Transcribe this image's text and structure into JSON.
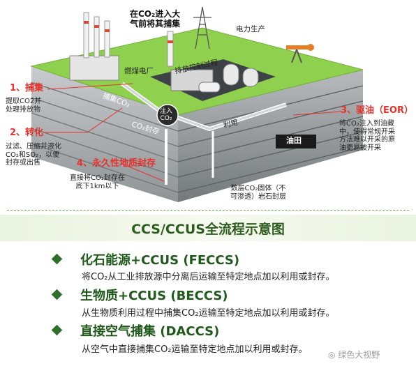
{
  "diagram": {
    "top_label": [
      "在CO₂进入大",
      "气前将其捕集"
    ],
    "power_label": "电力生产",
    "coal_plant_label": "燃煤电厂",
    "emission_control_label": "排放控制过程",
    "capture_co2_label": "捕集CO₂",
    "inject_co2_label": [
      "注入",
      "CO₂"
    ],
    "storage_co2_label": "CO₂封存",
    "utilize_label": "利用",
    "oilfield_label": "油田",
    "strata_label": [
      "数层CO₂固体（不",
      "可渗透）岩石封层"
    ],
    "step1_title": "1、捕集",
    "step1_desc": [
      "提取CO2并",
      "处理排放物"
    ],
    "step2_title": "2、转化",
    "step2_desc": [
      "过滤、压缩并液化",
      "CO₂和SO₂，以便",
      "封存或出售"
    ],
    "step3_title": "3、驱油（EOR）",
    "step3_desc": [
      "将CO₂注入到油藏",
      "中，使得常规开采",
      "方法难以开采的原",
      "油更易被开采"
    ],
    "step4_title": "4、永久性地质封存",
    "step4_desc": [
      "直接将CO₂封存在",
      "底下1km以下"
    ]
  },
  "heading": "CCS/CCUS全流程示意图",
  "items": [
    {
      "title": "化石能源+CCUS (FECCS)",
      "desc": "将CO₂从工业排放源中分离后运输至特定地点加以利用或封存。"
    },
    {
      "title": "生物质+CCUS (BECCS)",
      "desc": "从生物质利用过程中捕集CO₂运输至特定地点加以利用或封存。"
    },
    {
      "title": "直接空气捕集 (DACCS)",
      "desc": "从空气中直接捕集CO₂运输至特定地点加以利用或封存。"
    }
  ],
  "watermark": "绿色大视野",
  "colors": {
    "red": "#e8312a",
    "green_dark": "#1f5a1a",
    "grass": "#8fd14f"
  }
}
